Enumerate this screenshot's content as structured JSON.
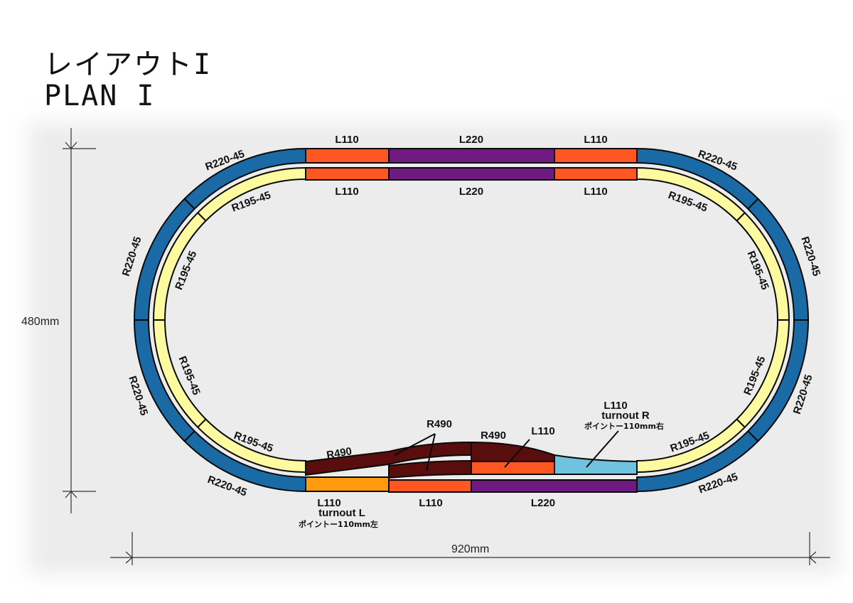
{
  "title": {
    "jp": "レイアウトI",
    "en": "PLAN I"
  },
  "dimensions": {
    "height": "480mm",
    "width": "920mm"
  },
  "colors": {
    "r220": "#1a6aa6",
    "r195": "#fdfaa0",
    "l110": "#ff5722",
    "l220": "#6e1a80",
    "r490": "#5a0d0d",
    "turnout_l": "#ff9a0e",
    "turnout_r": "#6fc3de"
  },
  "labels": {
    "top_outer_l110_left": "L110",
    "top_outer_l220": "L220",
    "top_outer_l110_right": "L110",
    "top_inner_l110_left": "L110",
    "top_inner_l220": "L220",
    "top_inner_l110_right": "L110",
    "tl_outer": "R220-45",
    "tl_inner": "R195-45",
    "l_outer_upper": "R220-45",
    "l_inner_upper": "R195-45",
    "l_inner_lower": "R195-45",
    "l_outer_lower": "R220-45",
    "bl_inner": "R195-45",
    "bl_outer": "R220-45",
    "tr_outer": "R220-45",
    "tr_inner": "R195-45",
    "r_outer_upper": "R220-45",
    "r_inner_upper": "R195-45",
    "r_inner_lower": "R195-45",
    "r_outer_lower": "R220-45",
    "br_inner": "R195-45",
    "br_outer": "R220-45",
    "r490_left": "R490",
    "r490_center": "R490",
    "r490_right": "R490",
    "siding_l110": "L110",
    "turnout_r_length": "L110",
    "turnout_r_name": "turnout R",
    "turnout_r_jp": "ポイントー110mm右",
    "turnout_l_length": "L110",
    "turnout_l_name": "turnout L",
    "turnout_l_jp": "ポイントー110mm左",
    "bottom_l110": "L110",
    "bottom_l220": "L220"
  }
}
